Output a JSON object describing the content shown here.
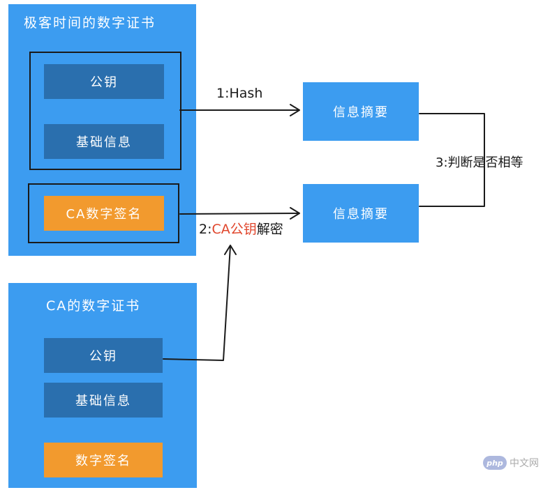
{
  "top_certificate": {
    "title": "极客时间的数字证书",
    "public_key": "公钥",
    "basic_info": "基础信息",
    "ca_signature": "CA数字签名"
  },
  "ca_certificate": {
    "title": "CA的数字证书",
    "public_key": "公钥",
    "basic_info": "基础信息",
    "signature": "数字签名"
  },
  "digests": {
    "top": "信息摘要",
    "bottom": "信息摘要"
  },
  "steps": {
    "step1": "1:Hash",
    "step2_prefix": "2:",
    "step2_highlight": "CA公钥",
    "step2_suffix": "解密",
    "step3": "3:判断是否相等"
  },
  "watermark": {
    "logo": "php",
    "text": "中文网"
  },
  "colors": {
    "panel_blue": "#3c9cf0",
    "dark_blue": "#2a6fae",
    "orange": "#f29a2e",
    "highlight_red": "#e0452b"
  }
}
